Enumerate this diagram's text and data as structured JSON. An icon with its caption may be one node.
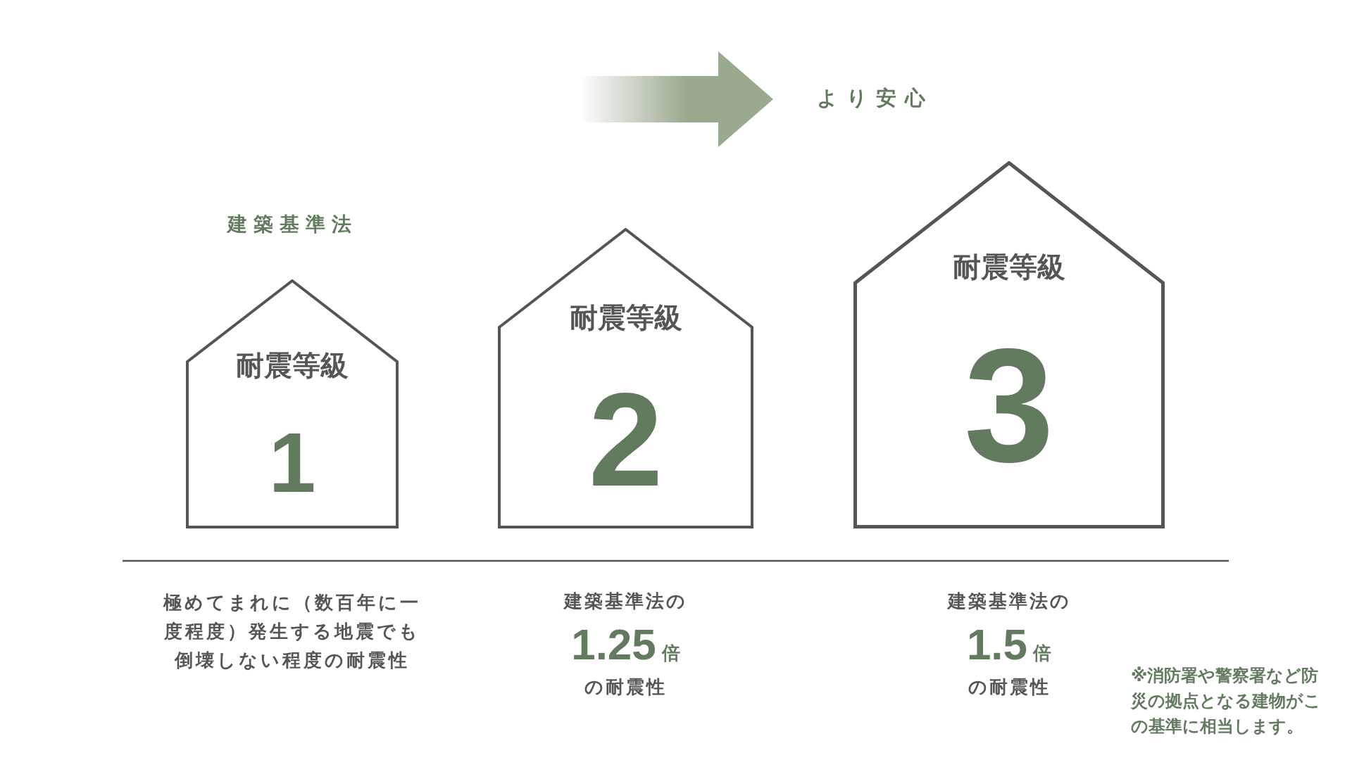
{
  "diagram": {
    "nodes": [
      {
        "text": [
          "耐震等級",
          "1"
        ],
        "beside": [
          "建築基準法",
          "極めてまれに（数百年に一度程度）発生する地震でも倒壊しない程度の耐震性"
        ]
      },
      {
        "text": [
          "耐震等級",
          "2"
        ],
        "beside": [
          "建築基準法の",
          "1.25",
          "倍",
          "の耐震性"
        ]
      },
      {
        "text": [
          "耐震等級",
          "3"
        ],
        "beside": [
          "建築基準法の",
          "1.5",
          "倍",
          "の耐震性"
        ]
      }
    ],
    "labels": [
      "より安心",
      "※消防署や警察署など防災の拠点となる建物がこの基準に相当します。"
    ]
  }
}
